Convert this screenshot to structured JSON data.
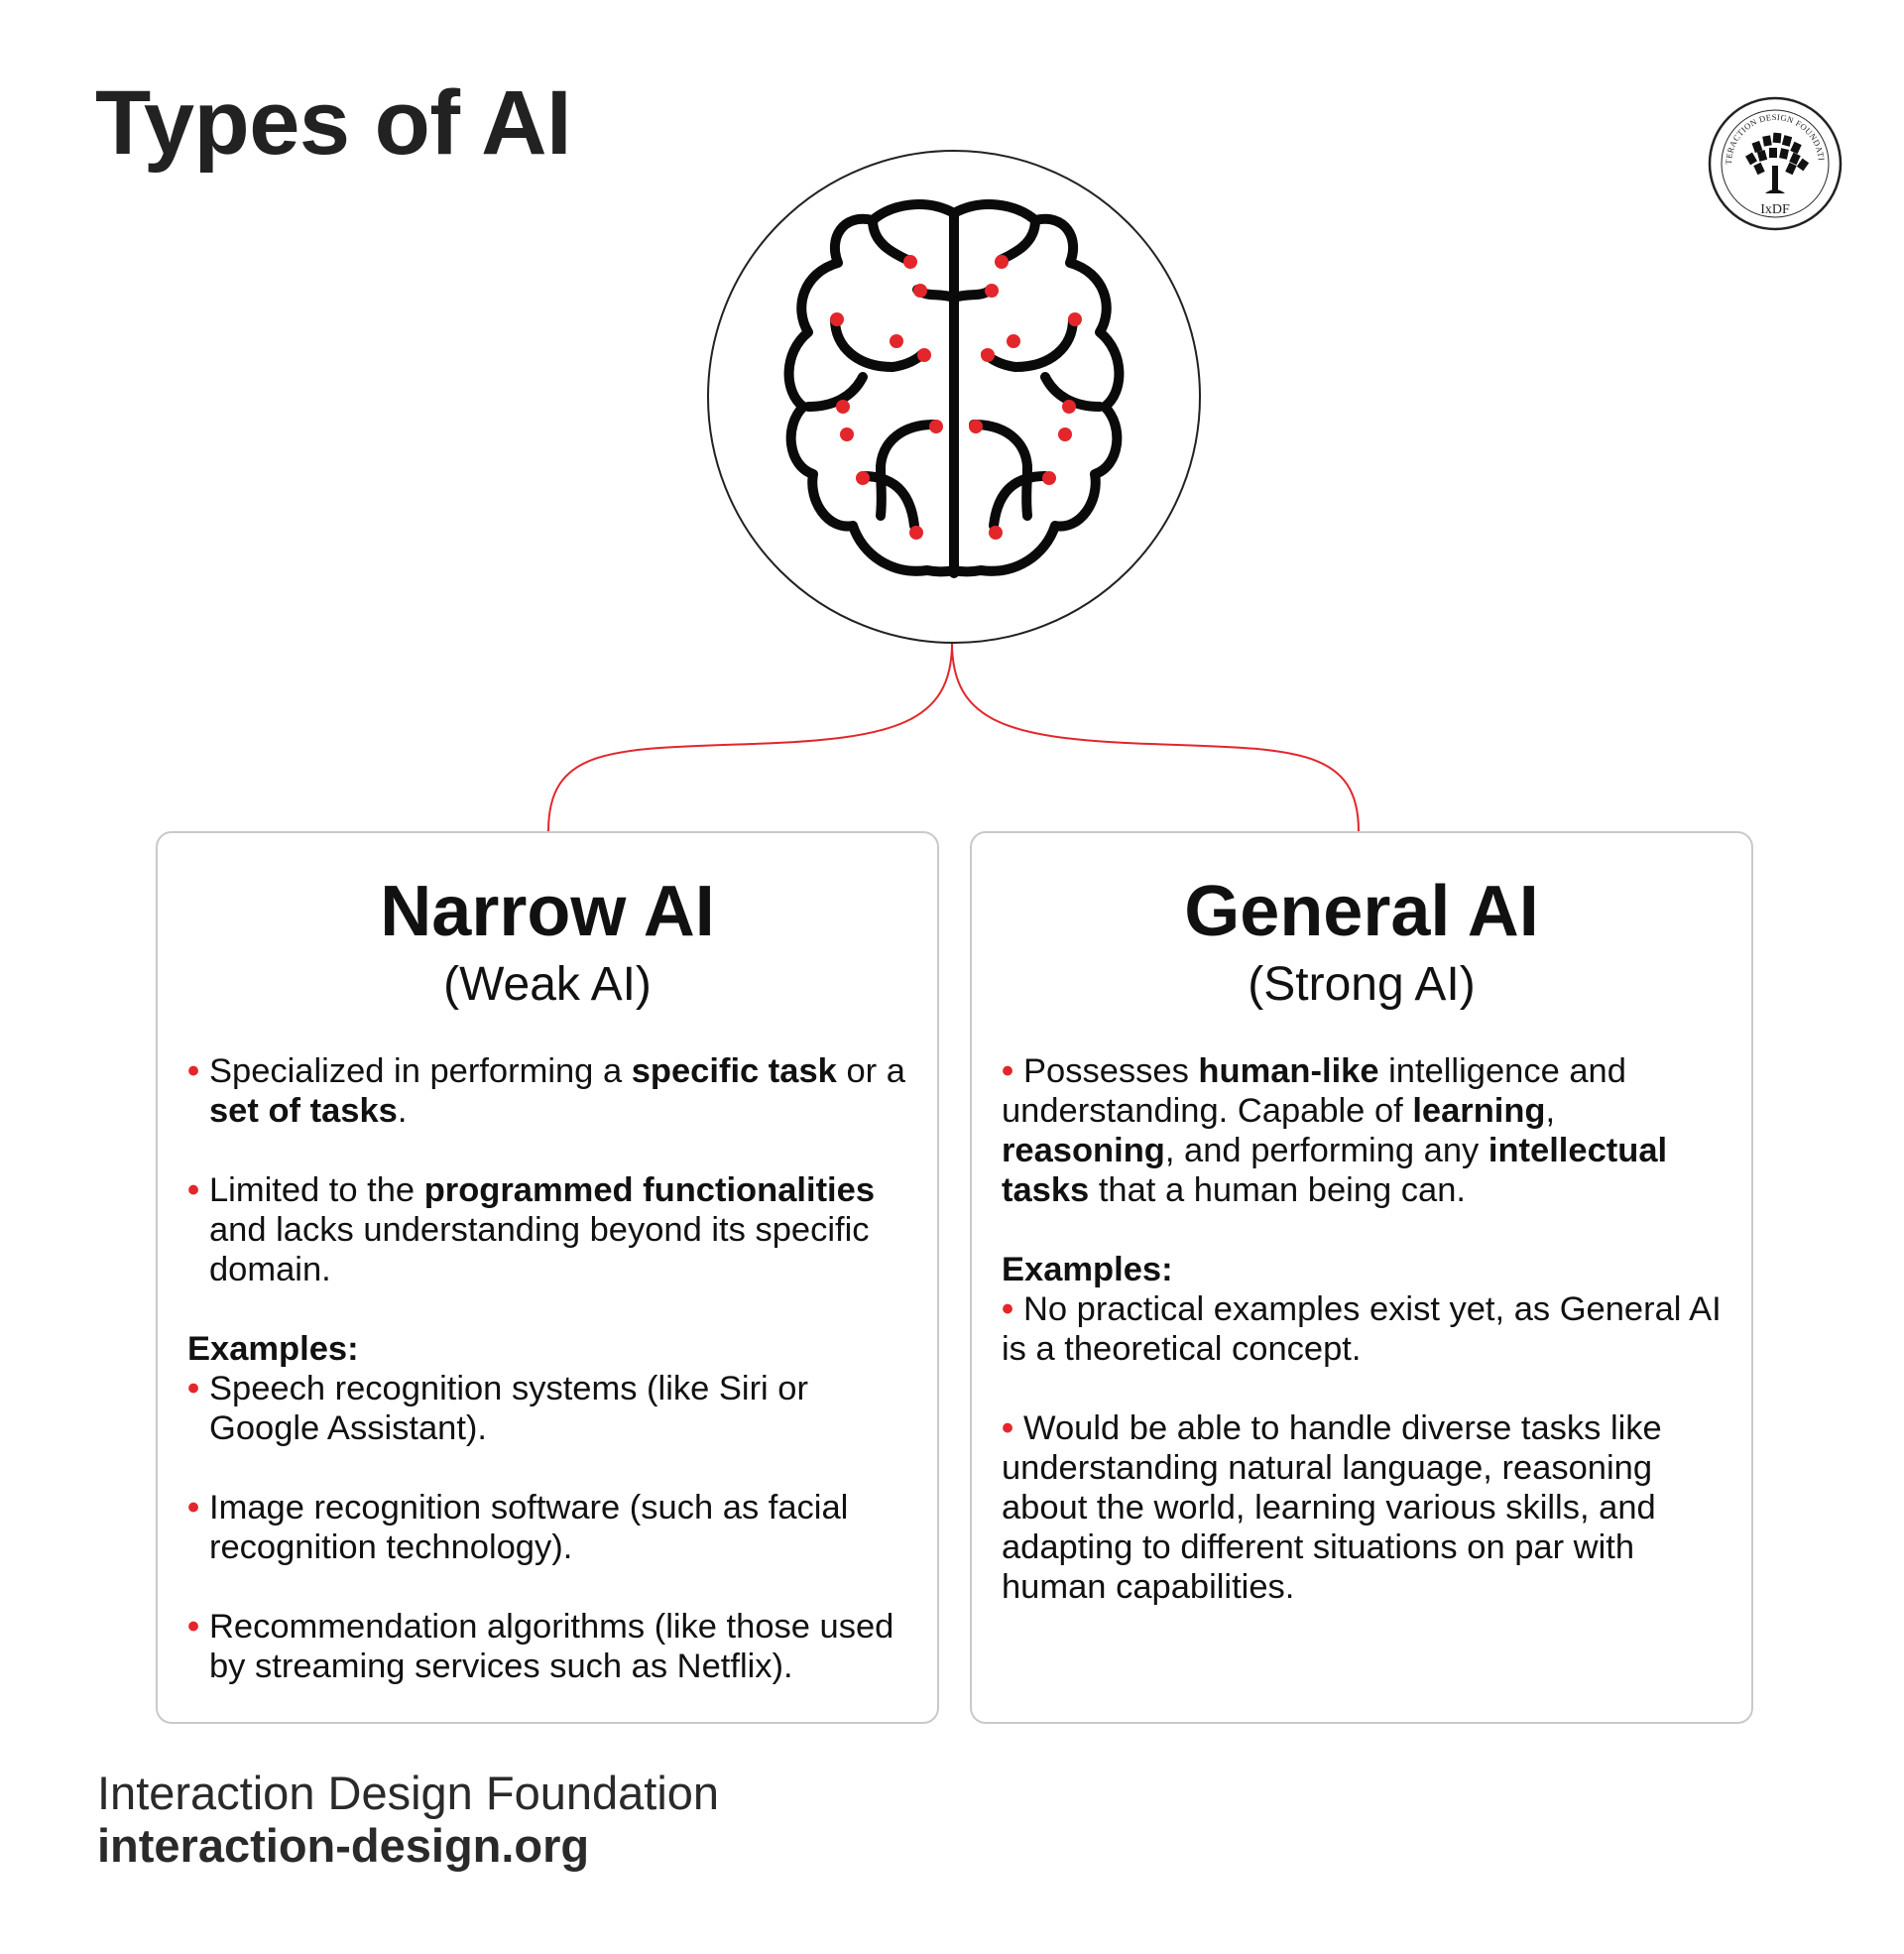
{
  "title": "Types of AI",
  "logo": {
    "ring_text": "INTERACTION DESIGN FOUNDATION",
    "abbr": "IxDF",
    "icon": "tree-icon"
  },
  "colors": {
    "accent": "#e3262b",
    "text": "#1a1a1a",
    "card_border": "#c9c9c9"
  },
  "center_icon": "brain-circuit-icon",
  "narrow": {
    "heading": "Narrow AI",
    "subheading": "(Weak AI)",
    "bullet1": {
      "t1": "Specialized in performing a ",
      "b1": "specific task",
      "t2": " or a ",
      "b2": "set of tasks",
      "t3": "."
    },
    "bullet2": {
      "t1": "Limited to the ",
      "b1": "programmed functionalities",
      "t2": " and lacks understanding beyond its specific domain."
    },
    "examples_label": "Examples:",
    "examples": [
      "Speech recognition systems (like Siri or Google Assistant).",
      "Image recognition software (such as facial recognition technology).",
      "Recommendation algorithms (like those used by streaming services such as Netflix)."
    ]
  },
  "general": {
    "heading": "General AI",
    "subheading": "(Strong AI)",
    "bullet1": {
      "t1": "Possesses ",
      "b1": "human-like",
      "t2": " intelligence and understanding. Capable of ",
      "b2": "learning",
      "t3": ", ",
      "b3": "reasoning",
      "t4": ", and performing any ",
      "b4": "intellectual tasks",
      "t5": " that a human being can."
    },
    "examples_label": "Examples:",
    "examples": [
      "No practical examples exist yet, as General AI is a theoretical concept.",
      "Would be able to handle diverse tasks like understanding natural language, reasoning about the world, learning various skills, and adapting to different situations on par with human capabilities."
    ]
  },
  "footer": {
    "name": "Interaction Design Foundation",
    "url": "interaction-design.org"
  }
}
